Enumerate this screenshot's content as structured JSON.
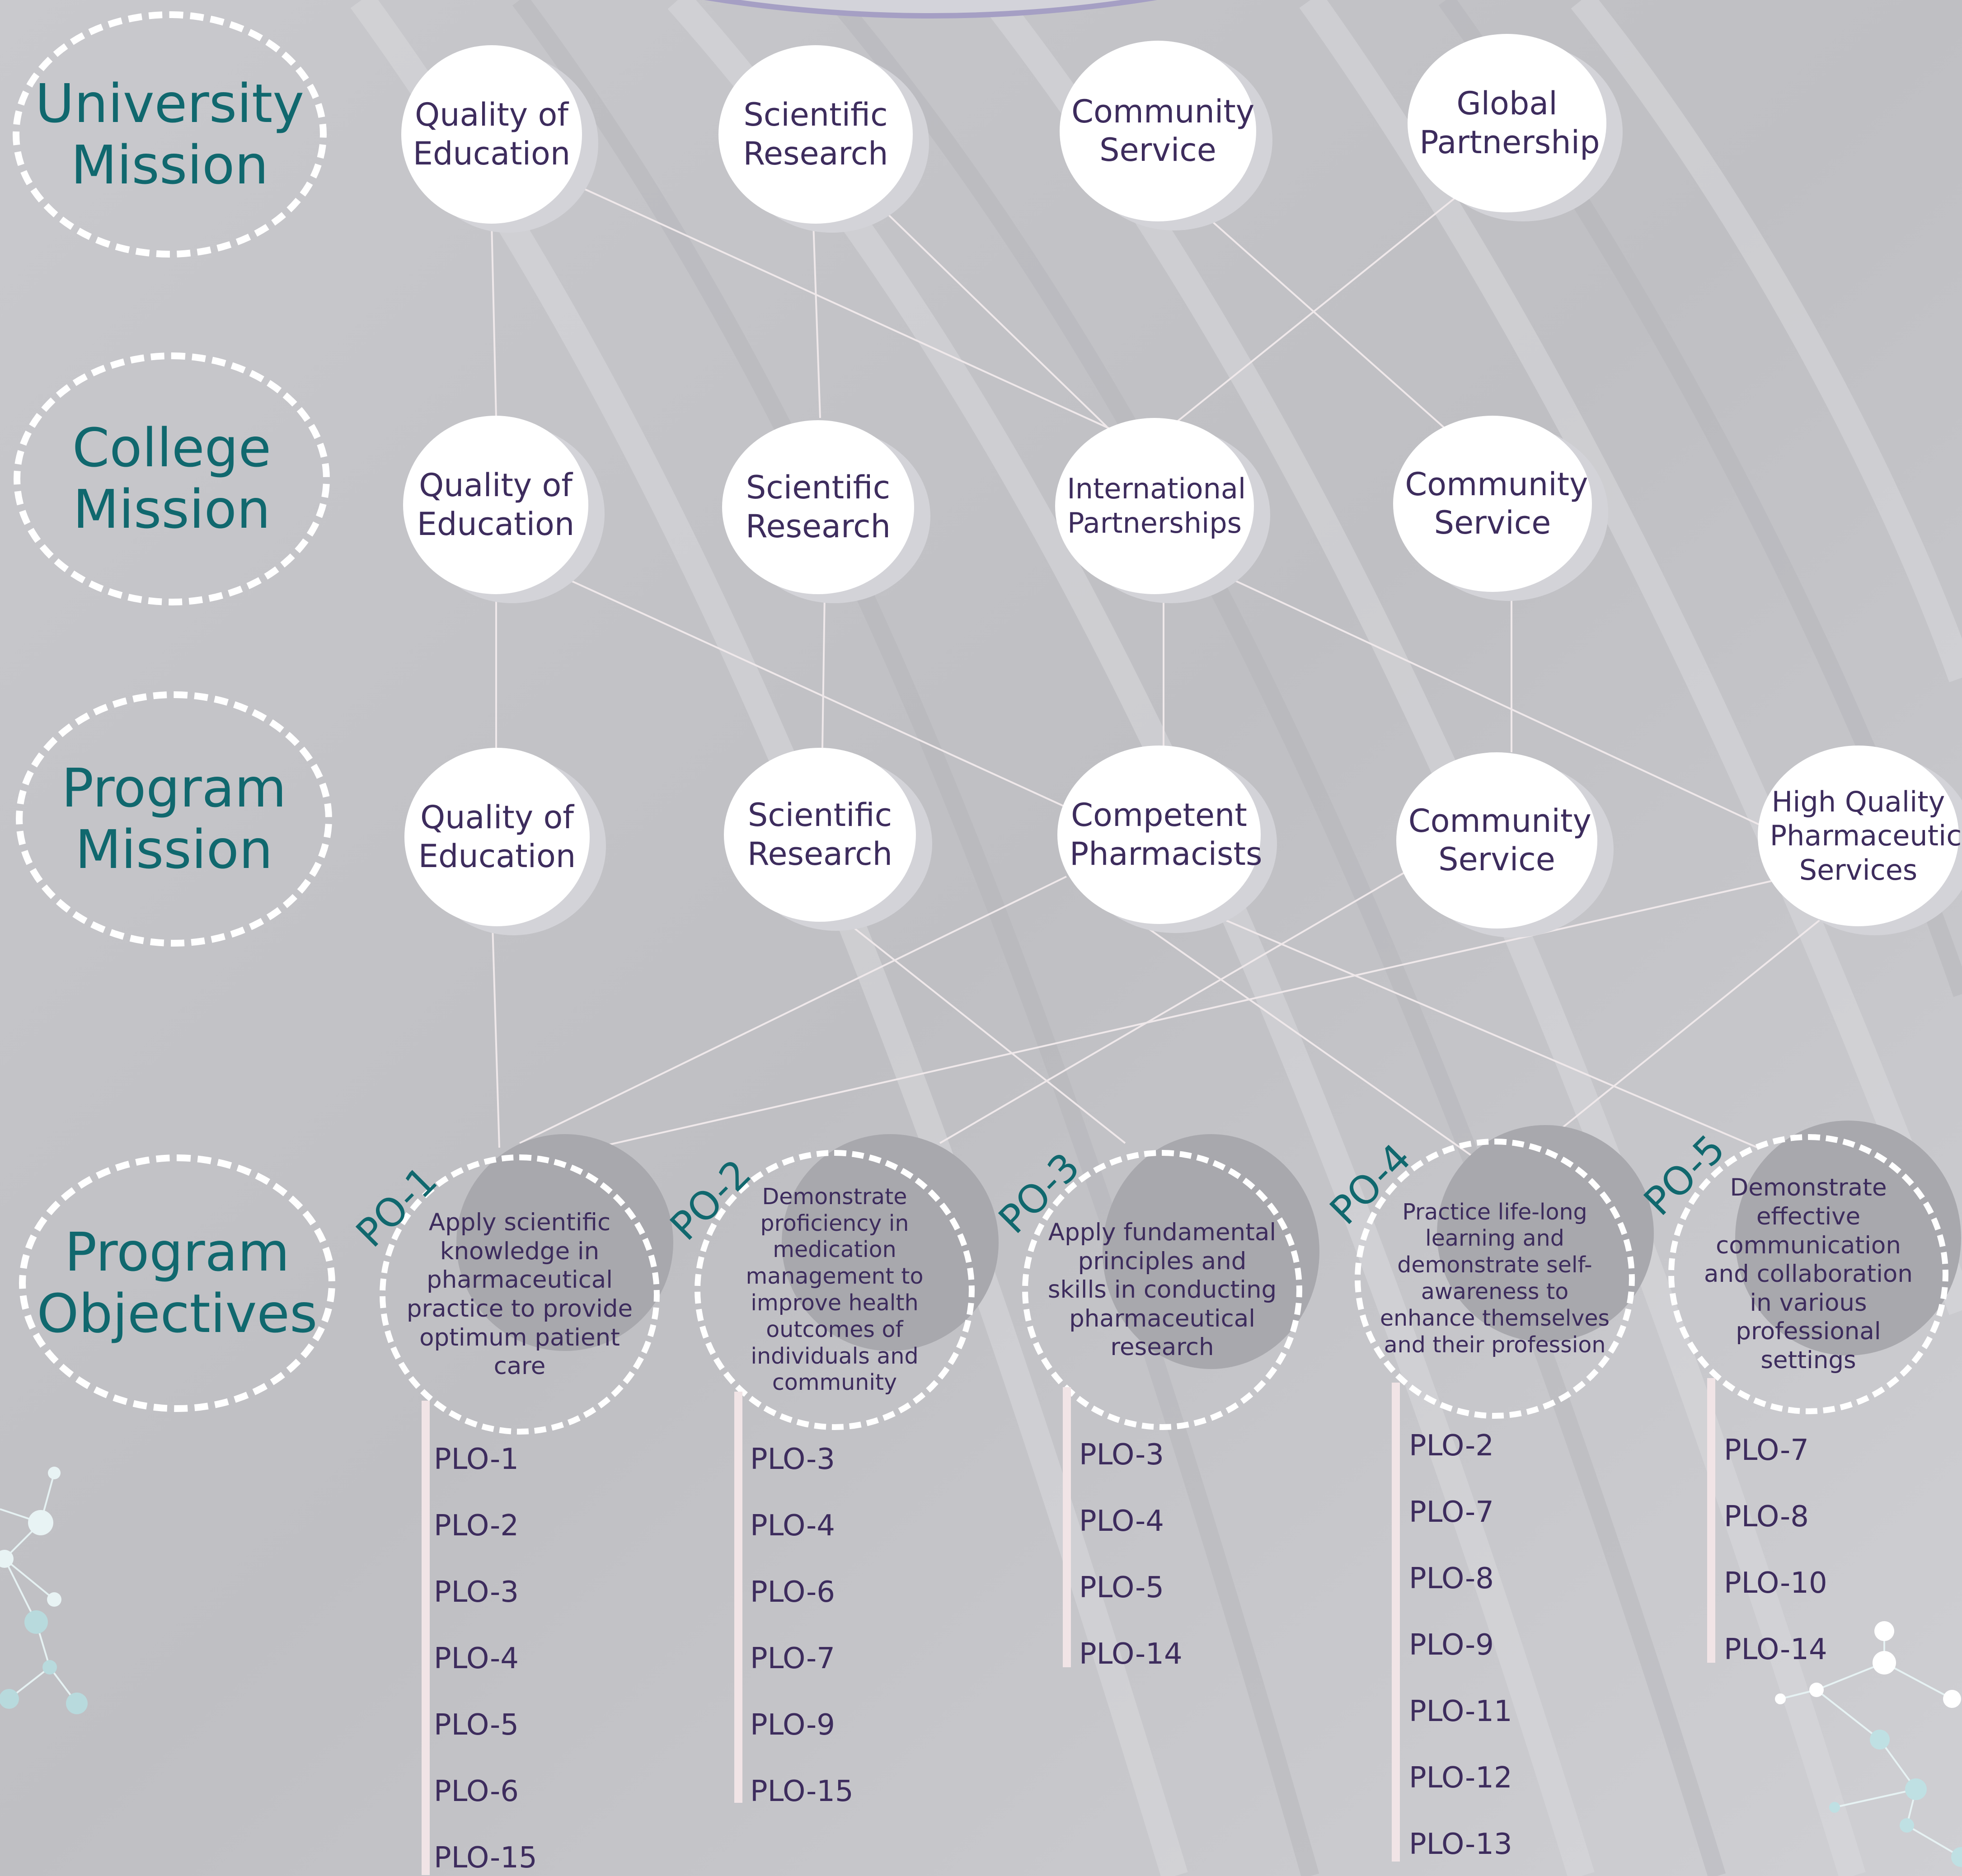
{
  "rows": {
    "university": "University Mission",
    "college": "College Mission",
    "program": "Program Mission",
    "objectives": "Program Objectives"
  },
  "university_nodes": [
    "Quality of Education",
    "Scientific Research",
    "Community Service",
    "Global Partnership"
  ],
  "college_nodes": [
    "Quality of Education",
    "Scientific Research",
    "International Partnerships",
    "Community Service"
  ],
  "program_nodes": [
    "Quality of Education",
    "Scientific Research",
    "Competent Pharmacists",
    "Community Service",
    "High Quality Pharmaceutical Services"
  ],
  "objectives": [
    {
      "label": "PO-1",
      "text": "Apply scientific knowledge in pharmaceutical practice to provide optimum patient care",
      "plos": [
        "PLO-1",
        "PLO-2",
        "PLO-3",
        "PLO-4",
        "PLO-5",
        "PLO-6",
        "PLO-15"
      ]
    },
    {
      "label": "PO-2",
      "text": "Demonstrate proficiency in medication management to improve health outcomes of individuals and community",
      "plos": [
        "PLO-3",
        "PLO-4",
        "PLO-6",
        "PLO-7",
        "PLO-9",
        "PLO-15"
      ]
    },
    {
      "label": "PO-3",
      "text": "Apply fundamental principles and skills in conducting pharmaceutical research",
      "plos": [
        "PLO-3",
        "PLO-4",
        "PLO-5",
        "PLO-14"
      ]
    },
    {
      "label": "PO-4",
      "text": "Practice life-long learning and demonstrate self-awareness to enhance themselves and their profession",
      "plos": [
        "PLO-2",
        "PLO-7",
        "PLO-8",
        "PLO-9",
        "PLO-11",
        "PLO-12",
        "PLO-13"
      ]
    },
    {
      "label": "PO-5",
      "text": "Demonstrate effective communication and collaboration in various professional settings",
      "plos": [
        "PLO-7",
        "PLO-8",
        "PLO-10",
        "PLO-14"
      ]
    }
  ],
  "colors": {
    "background": "#c5c5c8",
    "heading_teal": "#10686e",
    "node_text_purple": "#3d2c5d",
    "connector": "#efe8ea"
  }
}
